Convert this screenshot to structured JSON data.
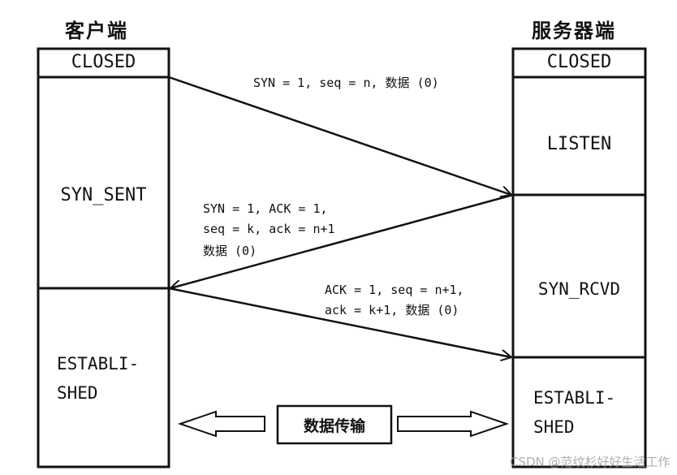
{
  "client": {
    "title": "客户端",
    "states": [
      "CLOSED",
      "SYN_SENT",
      "ESTABLI-\nSHED"
    ]
  },
  "server": {
    "title": "服务器端",
    "states": [
      "CLOSED",
      "LISTEN",
      "SYN_RCVD",
      "ESTABLI-\nSHED"
    ]
  },
  "messages": {
    "syn": "SYN = 1, seq = n, 数据 (0)",
    "synack_line1": "SYN = 1, ACK = 1,",
    "synack_line2": "seq = k, ack = n+1",
    "synack_line3": "数据 (0)",
    "ack_line1": "ACK = 1, seq = n+1,",
    "ack_line2": "ack = k+1, 数据 (0)"
  },
  "data_transfer_label": "数据传输",
  "watermark": "CSDN @范纹杉好好生活工作"
}
